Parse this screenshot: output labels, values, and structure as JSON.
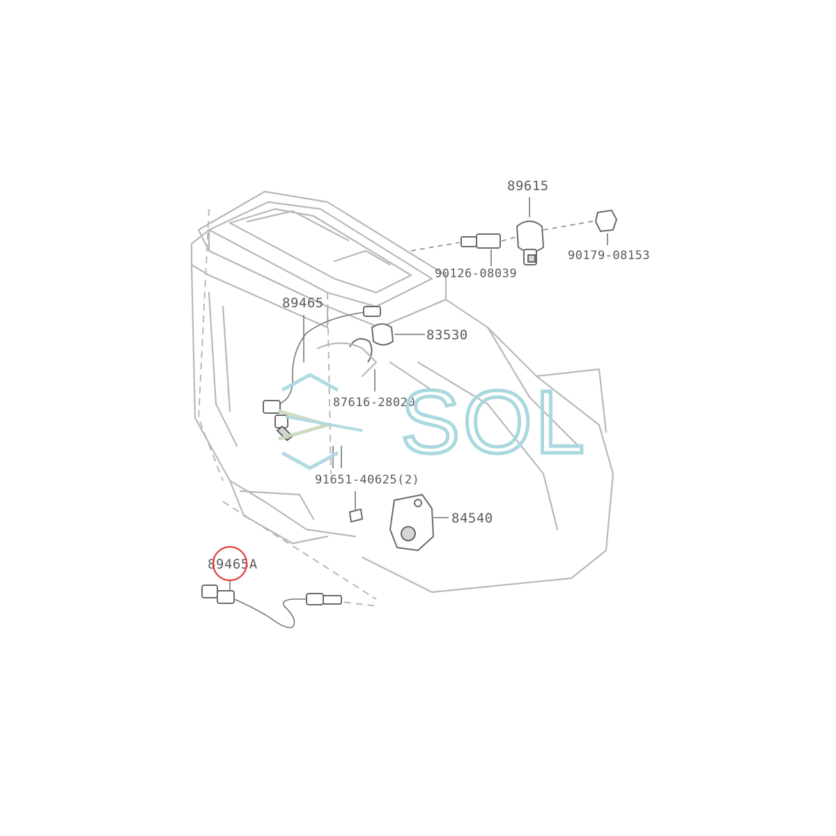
{
  "parts": {
    "p89615": "89615",
    "p90179": "90179-08153",
    "p90126": "90126-08039",
    "p89465": "89465",
    "p83530": "83530",
    "p87616": "87616-28020",
    "p91651": "91651-40625(2)",
    "p84540": "84540",
    "p89465A": "89465A"
  },
  "watermark": {
    "text": "SOL",
    "color": "#a9d8de",
    "icon": "sol-logo-icon"
  },
  "highlight": {
    "part_number": "89465A",
    "color": "#e53935"
  }
}
